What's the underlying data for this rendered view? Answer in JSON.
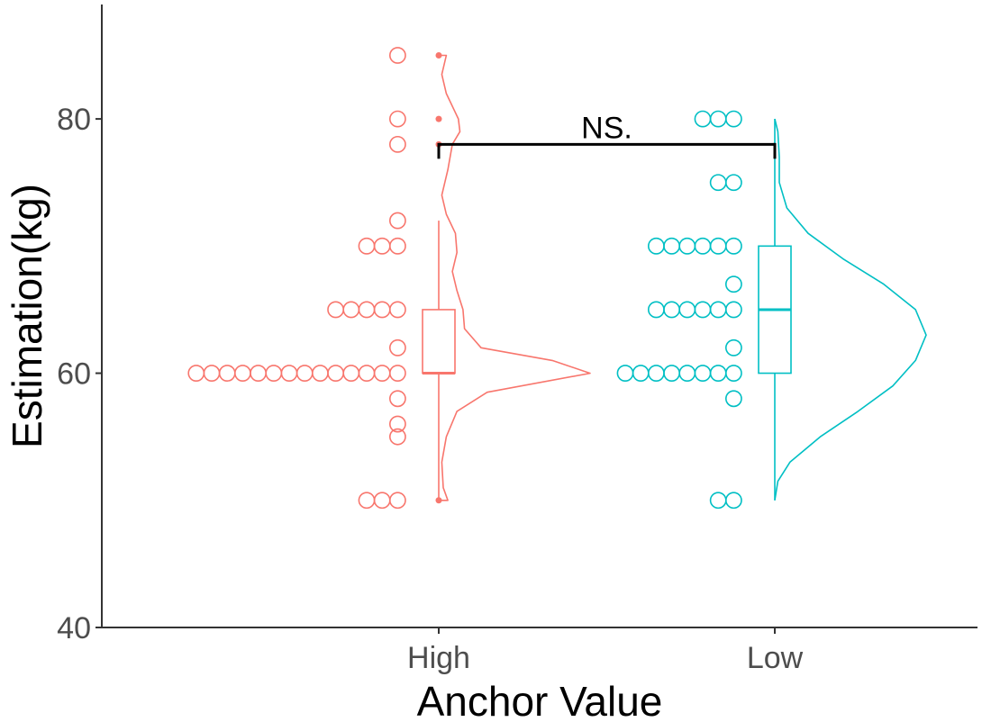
{
  "chart_data": {
    "type": "raincloud",
    "xlabel": "Anchor Value",
    "ylabel": "Estimation(kg)",
    "categories": [
      "High",
      "Low"
    ],
    "ylim": [
      40,
      89
    ],
    "yticks": [
      40,
      60,
      80
    ],
    "grid": false,
    "legend": "none",
    "colors": {
      "High": "#F8766D",
      "Low": "#00BFC4",
      "bracket": "#000000",
      "axis": "#333333"
    },
    "dots": {
      "High": [
        {
          "value": 85,
          "count": 1
        },
        {
          "value": 80,
          "count": 1
        },
        {
          "value": 78,
          "count": 1
        },
        {
          "value": 72,
          "count": 1
        },
        {
          "value": 70,
          "count": 3
        },
        {
          "value": 65,
          "count": 5
        },
        {
          "value": 62,
          "count": 1
        },
        {
          "value": 60,
          "count": 14
        },
        {
          "value": 58,
          "count": 1
        },
        {
          "value": 56,
          "count": 1
        },
        {
          "value": 55,
          "count": 1
        },
        {
          "value": 50,
          "count": 3
        }
      ],
      "Low": [
        {
          "value": 80,
          "count": 3
        },
        {
          "value": 75,
          "count": 2
        },
        {
          "value": 70,
          "count": 6
        },
        {
          "value": 67,
          "count": 1
        },
        {
          "value": 65,
          "count": 6
        },
        {
          "value": 62,
          "count": 1
        },
        {
          "value": 60,
          "count": 8
        },
        {
          "value": 58,
          "count": 1
        },
        {
          "value": 50,
          "count": 2
        }
      ]
    },
    "boxplots": {
      "High": {
        "q1": 60,
        "median": 60,
        "q3": 65,
        "whisker_low": 50,
        "whisker_high": 72,
        "outliers": [
          50,
          78,
          80,
          85
        ]
      },
      "Low": {
        "q1": 60,
        "median": 65,
        "q3": 70,
        "whisker_low": 50,
        "whisker_high": 80,
        "outliers": []
      }
    },
    "densities": {
      "High": [
        {
          "y": 50,
          "d": 0.06
        },
        {
          "y": 51,
          "d": 0.03
        },
        {
          "y": 53,
          "d": 0.02
        },
        {
          "y": 55,
          "d": 0.05
        },
        {
          "y": 57,
          "d": 0.12
        },
        {
          "y": 58.5,
          "d": 0.32
        },
        {
          "y": 60,
          "d": 1.0
        },
        {
          "y": 61,
          "d": 0.75
        },
        {
          "y": 62,
          "d": 0.28
        },
        {
          "y": 63.5,
          "d": 0.17
        },
        {
          "y": 65,
          "d": 0.16
        },
        {
          "y": 66.5,
          "d": 0.12
        },
        {
          "y": 68,
          "d": 0.09
        },
        {
          "y": 69.5,
          "d": 0.12
        },
        {
          "y": 71,
          "d": 0.11
        },
        {
          "y": 72.5,
          "d": 0.05
        },
        {
          "y": 74,
          "d": 0.02
        },
        {
          "y": 76,
          "d": 0.06
        },
        {
          "y": 78,
          "d": 0.09
        },
        {
          "y": 79,
          "d": 0.14
        },
        {
          "y": 80,
          "d": 0.13
        },
        {
          "y": 82,
          "d": 0.05
        },
        {
          "y": 83.5,
          "d": 0.02
        },
        {
          "y": 85,
          "d": 0.05
        }
      ],
      "Low": [
        {
          "y": 50,
          "d": 0.0
        },
        {
          "y": 51.5,
          "d": 0.02
        },
        {
          "y": 53,
          "d": 0.1
        },
        {
          "y": 55,
          "d": 0.3
        },
        {
          "y": 57,
          "d": 0.55
        },
        {
          "y": 59,
          "d": 0.78
        },
        {
          "y": 61,
          "d": 0.93
        },
        {
          "y": 63,
          "d": 1.0
        },
        {
          "y": 65,
          "d": 0.93
        },
        {
          "y": 67,
          "d": 0.72
        },
        {
          "y": 69,
          "d": 0.45
        },
        {
          "y": 71,
          "d": 0.22
        },
        {
          "y": 73,
          "d": 0.08
        },
        {
          "y": 75,
          "d": 0.03
        },
        {
          "y": 77,
          "d": 0.03
        },
        {
          "y": 79,
          "d": 0.02
        },
        {
          "y": 80,
          "d": 0.0
        }
      ]
    },
    "comparison": {
      "groups": [
        "High",
        "Low"
      ],
      "label": "NS.",
      "y": 78
    }
  }
}
